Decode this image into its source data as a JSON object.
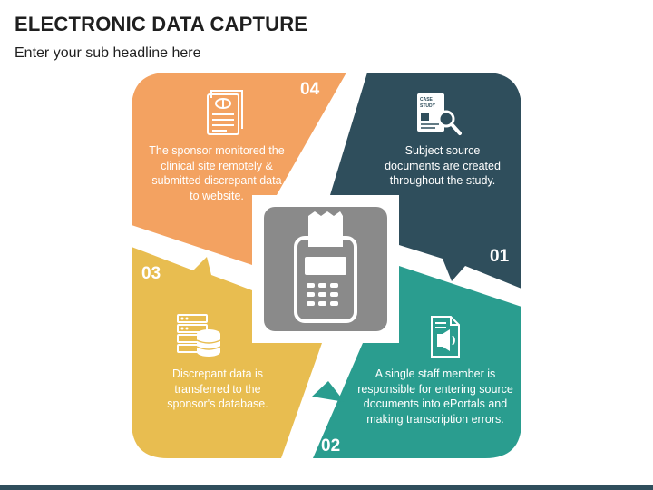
{
  "title": "ELECTRONIC DATA CAPTURE",
  "subtitle": "Enter your sub headline here",
  "colors": {
    "step1": "#2f4e5c",
    "step2": "#2a9d8f",
    "step3": "#e8bd50",
    "step4": "#f3a261",
    "center": "#8a8a8a",
    "footer": "#2f4e5c"
  },
  "steps": [
    {
      "number": "01",
      "text": "Subject source documents are created throughout the study.",
      "icon": "case-study-icon",
      "color": "#2f4e5c"
    },
    {
      "number": "02",
      "text": "A single staff member is responsible for entering source documents into ePortals and making transcription errors.",
      "icon": "document-speaker-icon",
      "color": "#2a9d8f"
    },
    {
      "number": "03",
      "text": "Discrepant data is transferred to the sponsor's database.",
      "icon": "database-server-icon",
      "color": "#e8bd50"
    },
    {
      "number": "04",
      "text": "The sponsor monitored the clinical site remotely & submitted discrepant data to website.",
      "icon": "medical-report-icon",
      "color": "#f3a261"
    }
  ],
  "center_icon": "card-payment-terminal-icon"
}
